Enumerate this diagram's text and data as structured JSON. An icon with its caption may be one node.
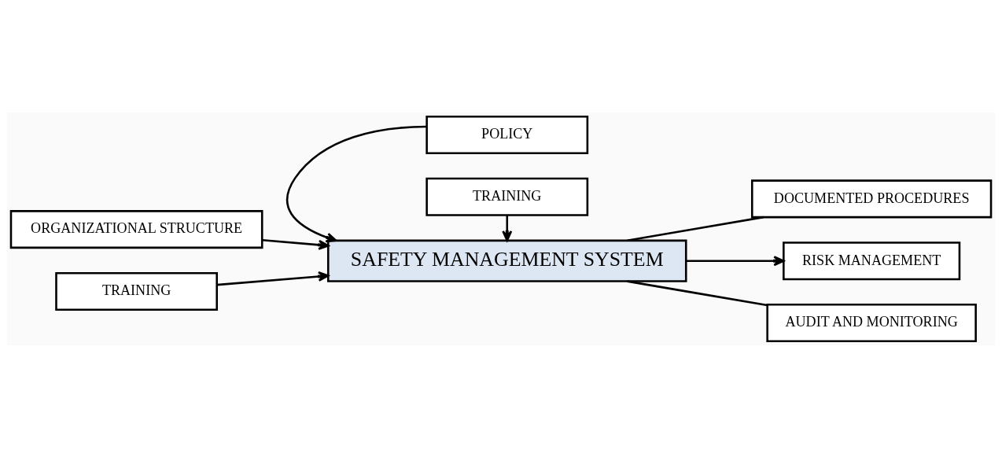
{
  "diagram": {
    "nodes": [
      {
        "text": [
          "POLICY"
        ]
      },
      {
        "text": [
          "ORGANIZATIONAL STRUCTURE"
        ]
      },
      {
        "text": [
          "SAFETY MANAGEMENT SYSTEM"
        ]
      },
      {
        "text": [
          "DOCUMENTED PROCEDURES"
        ]
      },
      {
        "text": [
          "TRAINING"
        ]
      },
      {
        "text": [
          "RISK MANAGEMENT"
        ]
      },
      {
        "text": [
          "AUDIT AND MONITORING"
        ]
      },
      {
        "text": [
          "TRAINING"
        ]
      }
    ],
    "edges": [
      {
        "from": 0,
        "to": 2,
        "arrow": "to"
      },
      {
        "from": 1,
        "to": 2,
        "arrow": "to"
      },
      {
        "from": 4,
        "to": 2,
        "arrow": "to"
      },
      {
        "from": 7,
        "to": 2,
        "arrow": "to"
      },
      {
        "from": 2,
        "to": 3,
        "arrow": "none"
      },
      {
        "from": 2,
        "to": 5,
        "arrow": "to"
      },
      {
        "from": 2,
        "to": 6,
        "arrow": "none"
      }
    ]
  }
}
